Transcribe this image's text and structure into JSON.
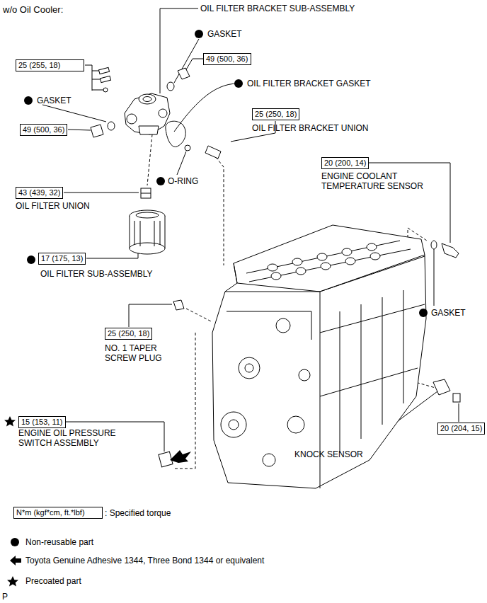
{
  "diagram": {
    "title": "w/o Oil Cooler:",
    "nodes": [
      {
        "text": [
          "25 (255, 18)"
        ]
      },
      {
        "text": [
          "49 (500, 36)"
        ]
      },
      {
        "text": [
          "25 (250, 18)"
        ]
      },
      {
        "text": [
          "49 (500, 36)"
        ]
      },
      {
        "text": [
          "20 (200, 14)"
        ]
      },
      {
        "text": [
          "43 (439, 32)"
        ]
      },
      {
        "text": [
          "17 (175, 13)"
        ]
      },
      {
        "text": [
          "25 (250, 18)"
        ]
      },
      {
        "text": [
          "15 (153, 11)"
        ]
      },
      {
        "text": [
          "20 (204, 15)"
        ]
      },
      {
        "text": [
          "N*m (kgf*cm, ft.*lbf)"
        ]
      }
    ],
    "labels": [
      "OIL FILTER BRACKET SUB-ASSEMBLY",
      "GASKET",
      "GASKET",
      "OIL FILTER BRACKET GASKET",
      "OIL FILTER BRACKET UNION",
      "O-RING",
      "OIL FILTER UNION",
      "OIL FILTER SUB-ASSEMBLY",
      "ENGINE COOLANT TEMPERATURE SENSOR",
      "GASKET",
      "NO. 1 TAPER SCREW PLUG",
      "ENGINE OIL PRESSURE SWITCH ASSEMBLY",
      "KNOCK SENSOR",
      "P"
    ],
    "legend": [
      {
        "text": ": Specified torque"
      },
      {
        "text": "Non-reusable part"
      },
      {
        "text": "Toyota Genuine Adhesive 1344, Three Bond 1344 or equivalent"
      },
      {
        "text": "Precoated part"
      }
    ]
  }
}
